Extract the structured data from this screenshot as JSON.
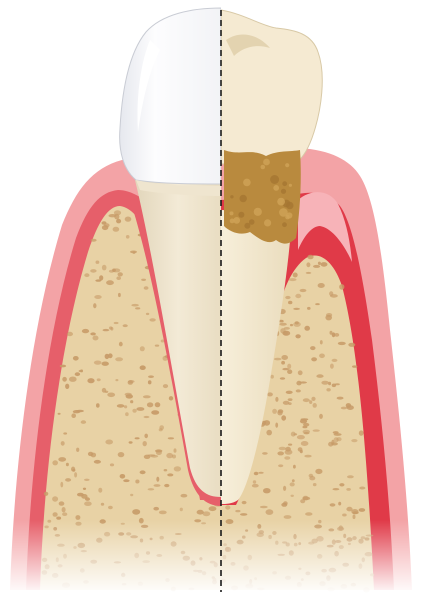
{
  "diagram": {
    "subject": "tooth-cross-section-comparison",
    "panels": [
      {
        "id": "healthy",
        "side": "left"
      },
      {
        "id": "periodontitis",
        "side": "right"
      }
    ],
    "colors": {
      "gum_outer": "#f3a3a6",
      "gum_inner": "#e65f6a",
      "gum_inflamed": "#e03a48",
      "bone": "#e8d2a5",
      "bone_pores": "#c79b68",
      "enamel_healthy": "#fbfbfc",
      "dentin_healthy": "#efe5cf",
      "enamel_diseased": "#f5ead2",
      "root_diseased": "#f6ecd4",
      "tartar": "#b98a3e",
      "divider": "#1a1a1a"
    },
    "divider_style": "dashed"
  }
}
